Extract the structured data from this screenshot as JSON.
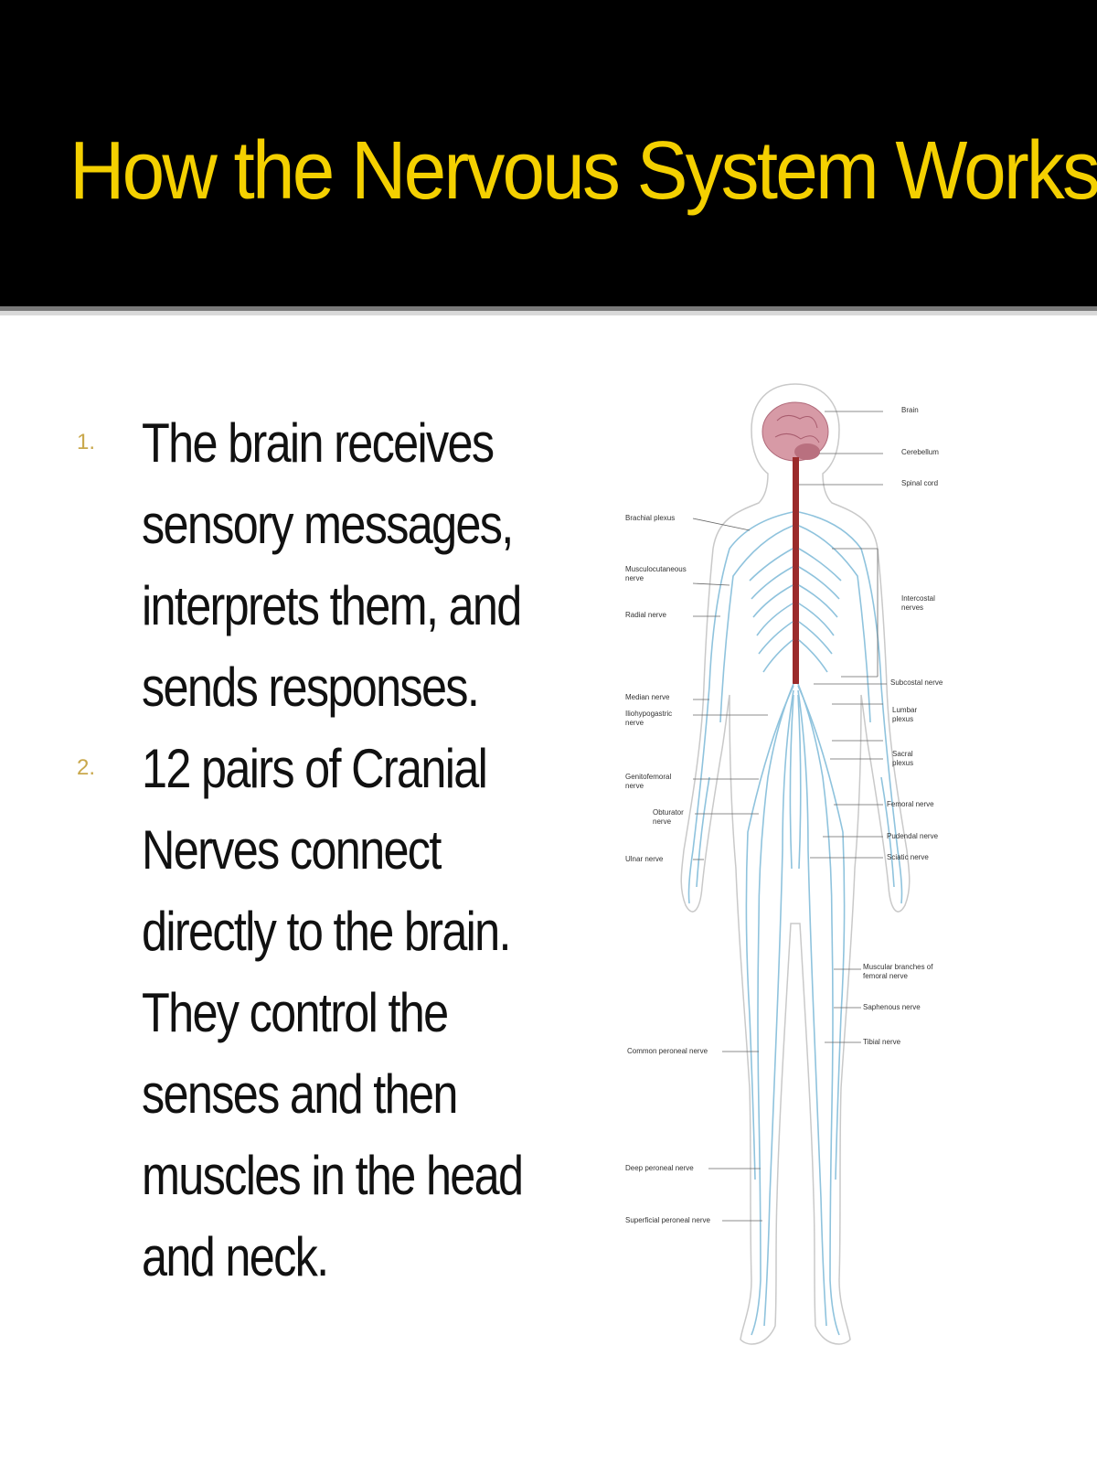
{
  "slide": {
    "title": "How the Nervous System Works",
    "items": [
      {
        "number": "1.",
        "lines": [
          "The brain receives",
          "sensory messages,",
          "interprets them, and",
          "sends responses."
        ]
      },
      {
        "number": "2.",
        "lines": [
          "12 pairs of Cranial",
          "Nerves connect",
          "directly to the brain.",
          "They control the",
          "senses and then",
          "muscles in the head",
          "and neck."
        ]
      }
    ]
  },
  "figure": {
    "labels": {
      "brain": "Brain",
      "cerebellum": "Cerebellum",
      "spinal_cord": "Spinal cord",
      "brachial_plexus": "Brachial plexus",
      "musculocutaneous": "Musculocutaneous nerve",
      "radial": "Radial nerve",
      "intercostal": "Intercostal nerves",
      "subcostal": "Subcostal nerve",
      "median": "Median nerve",
      "iliohypogastric": "Iliohypogastric nerve",
      "lumbar_plexus": "Lumbar plexus",
      "sacral_plexus": "Sacral plexus",
      "genitofemoral": "Genitofemoral nerve",
      "femoral": "Femoral nerve",
      "obturator": "Obturator nerve",
      "pudendal": "Pudendal nerve",
      "ulnar": "Ulnar nerve",
      "sciatic": "Sciatic nerve",
      "muscular_branches": "Muscular branches of femoral nerve",
      "saphenous": "Saphenous nerve",
      "tibial": "Tibial nerve",
      "common_peroneal": "Common peroneal nerve",
      "deep_peroneal": "Deep peroneal nerve",
      "superficial_peroneal": "Superficial peroneal nerve"
    },
    "colors": {
      "nerves": "#8fc3dd",
      "spinal_cord": "#9b2b2b",
      "brain": "#d79aa6"
    }
  }
}
